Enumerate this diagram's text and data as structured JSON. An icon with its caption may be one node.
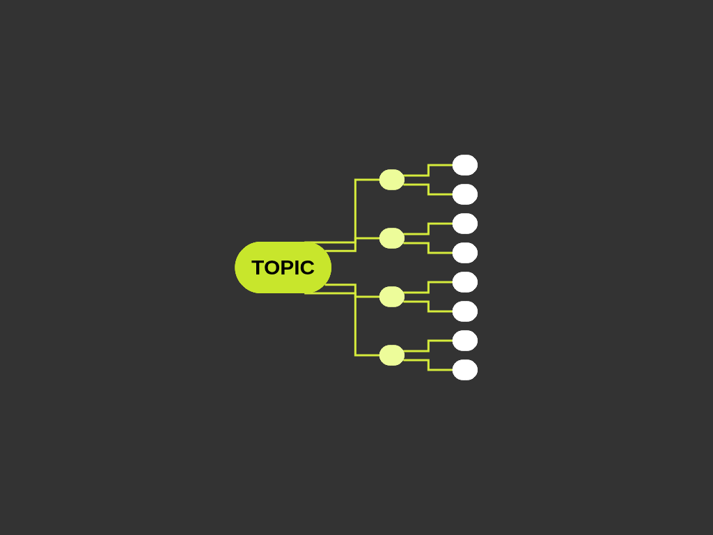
{
  "diagram": {
    "nodes": [
      {
        "text": [
          "TOPIC"
        ]
      },
      {
        "text": [],
        "shape": "ellipse"
      },
      {
        "text": [],
        "shape": "ellipse"
      },
      {
        "text": [],
        "shape": "ellipse"
      },
      {
        "text": [],
        "shape": "ellipse"
      },
      {
        "text": [],
        "shape": "ellipse"
      },
      {
        "text": [],
        "shape": "ellipse"
      },
      {
        "text": [],
        "shape": "ellipse"
      },
      {
        "text": [],
        "shape": "ellipse"
      },
      {
        "text": [],
        "shape": "ellipse"
      },
      {
        "text": [],
        "shape": "ellipse"
      },
      {
        "text": [],
        "shape": "ellipse"
      },
      {
        "text": [],
        "shape": "ellipse"
      }
    ],
    "edges": [
      {
        "from": 0,
        "to": 1,
        "arrow": "none"
      },
      {
        "from": 0,
        "to": 2,
        "arrow": "none"
      },
      {
        "from": 0,
        "to": 3,
        "arrow": "none"
      },
      {
        "from": 0,
        "to": 4,
        "arrow": "none"
      },
      {
        "from": 1,
        "to": 5,
        "arrow": "none"
      },
      {
        "from": 1,
        "to": 6,
        "arrow": "none"
      },
      {
        "from": 2,
        "to": 7,
        "arrow": "none"
      },
      {
        "from": 2,
        "to": 8,
        "arrow": "none"
      },
      {
        "from": 3,
        "to": 9,
        "arrow": "none"
      },
      {
        "from": 3,
        "to": 10,
        "arrow": "none"
      },
      {
        "from": 4,
        "to": 11,
        "arrow": "none"
      },
      {
        "from": 4,
        "to": 12,
        "arrow": "none"
      }
    ]
  }
}
